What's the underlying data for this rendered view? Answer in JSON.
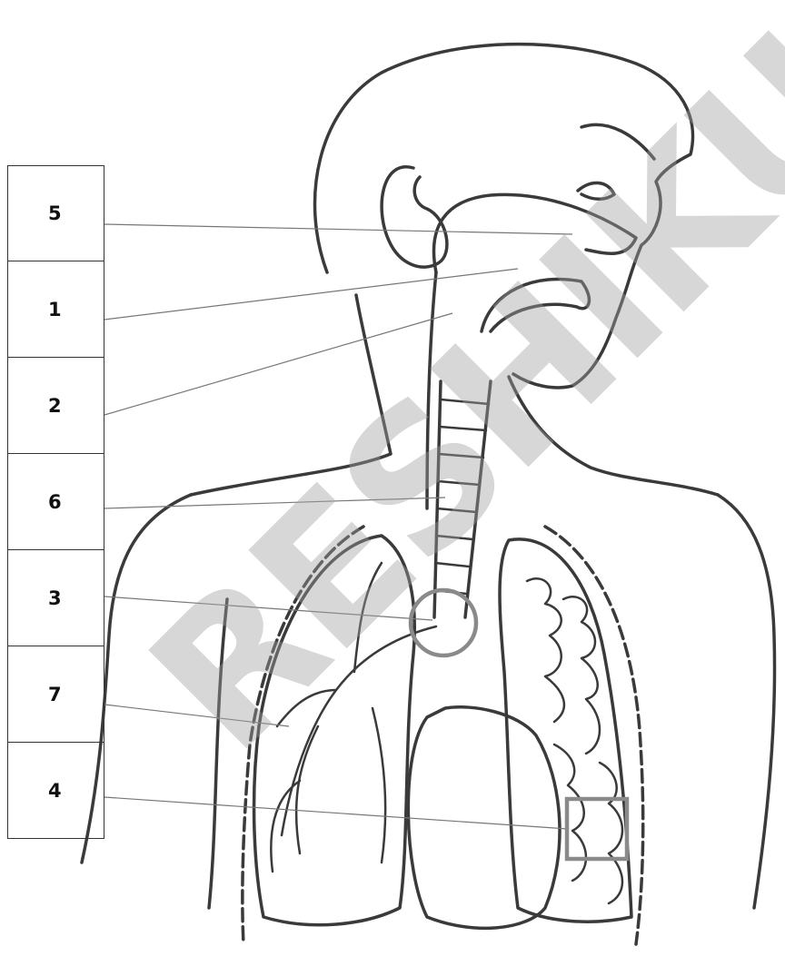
{
  "labels": [
    "5",
    "1",
    "2",
    "6",
    "3",
    "7",
    "4"
  ],
  "watermark": "RESHIKU",
  "colors": {
    "outline": "#444444",
    "leader": "#777777",
    "highlight": "#8a8a8a",
    "watermark": "#a0a0a0"
  }
}
